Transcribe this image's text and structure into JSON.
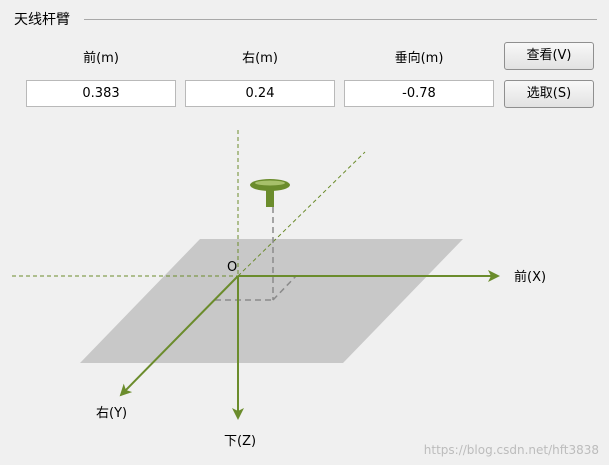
{
  "group": {
    "title": "天线杆臂"
  },
  "columns": [
    {
      "label": "前(m)",
      "value": "0.383"
    },
    {
      "label": "右(m)",
      "value": "0.24"
    },
    {
      "label": "垂向(m)",
      "value": "-0.78"
    }
  ],
  "buttons": {
    "check": "查看(V)",
    "select": "选取(S)"
  },
  "diagram": {
    "origin_label": "O",
    "forward_label": "前(X)",
    "right_label": "右(Y)",
    "down_label": "下(Z)",
    "axis_color": "#6b8c2c",
    "plane_color": "#c8c8c8"
  },
  "watermark": "https://blog.csdn.net/hft3838"
}
